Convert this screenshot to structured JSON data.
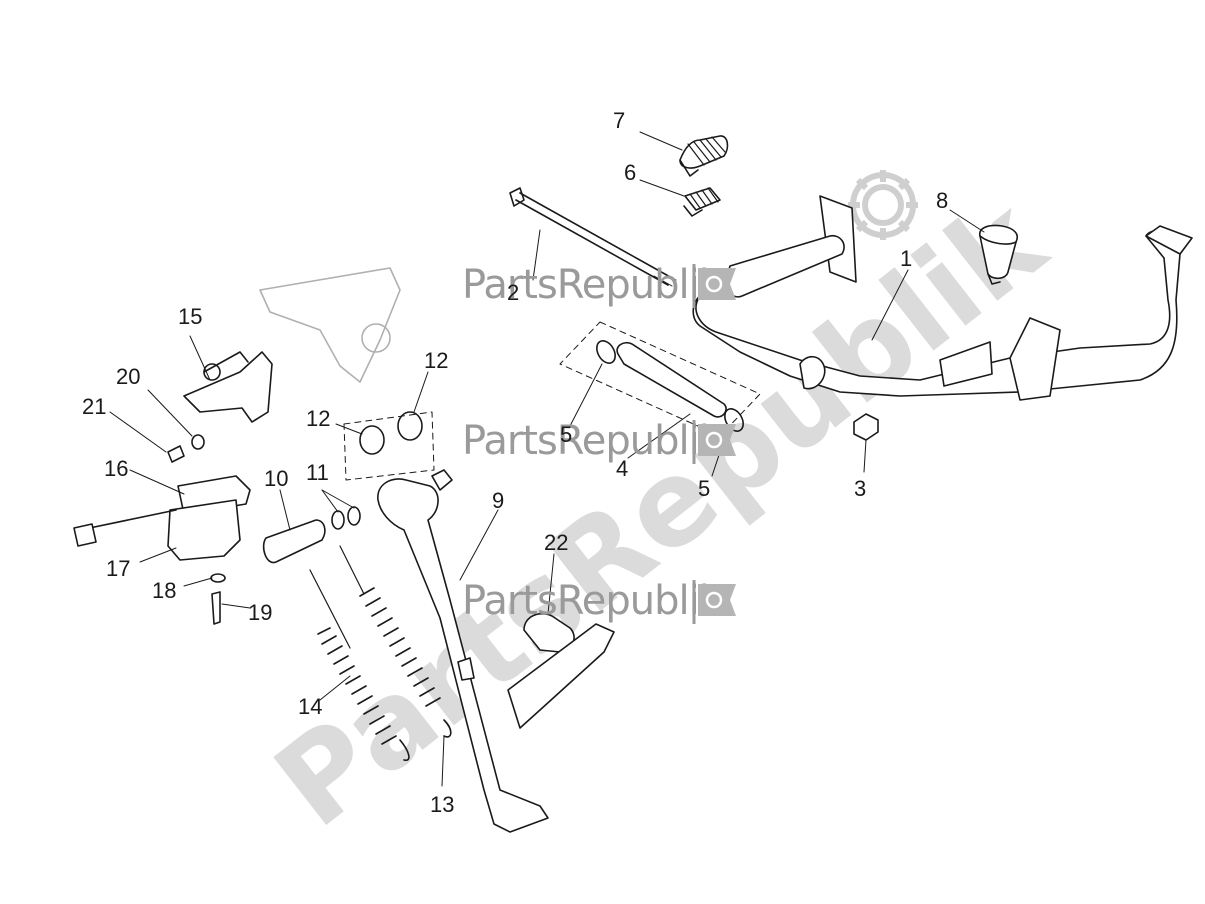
{
  "watermark": {
    "text": "PartsRepublik",
    "big_text": "PartsRepublik"
  },
  "callouts": [
    {
      "id": "1",
      "label": "1"
    },
    {
      "id": "2",
      "label": "2"
    },
    {
      "id": "3",
      "label": "3"
    },
    {
      "id": "4",
      "label": "4"
    },
    {
      "id": "5",
      "label": "5"
    },
    {
      "id": "5b",
      "label": "5"
    },
    {
      "id": "6",
      "label": "6"
    },
    {
      "id": "7",
      "label": "7"
    },
    {
      "id": "8",
      "label": "8"
    },
    {
      "id": "9",
      "label": "9"
    },
    {
      "id": "10",
      "label": "10"
    },
    {
      "id": "11",
      "label": "11"
    },
    {
      "id": "12a",
      "label": "12"
    },
    {
      "id": "12b",
      "label": "12"
    },
    {
      "id": "13",
      "label": "13"
    },
    {
      "id": "14",
      "label": "14"
    },
    {
      "id": "15",
      "label": "15"
    },
    {
      "id": "16",
      "label": "16"
    },
    {
      "id": "17",
      "label": "17"
    },
    {
      "id": "18",
      "label": "18"
    },
    {
      "id": "19",
      "label": "19"
    },
    {
      "id": "20",
      "label": "20"
    },
    {
      "id": "21",
      "label": "21"
    },
    {
      "id": "22",
      "label": "22"
    }
  ],
  "colors": {
    "line": "#1a1a1a",
    "part_fill": "#ffffff",
    "shade": "#b0b0b0",
    "watermark": "#9a9a9a"
  }
}
